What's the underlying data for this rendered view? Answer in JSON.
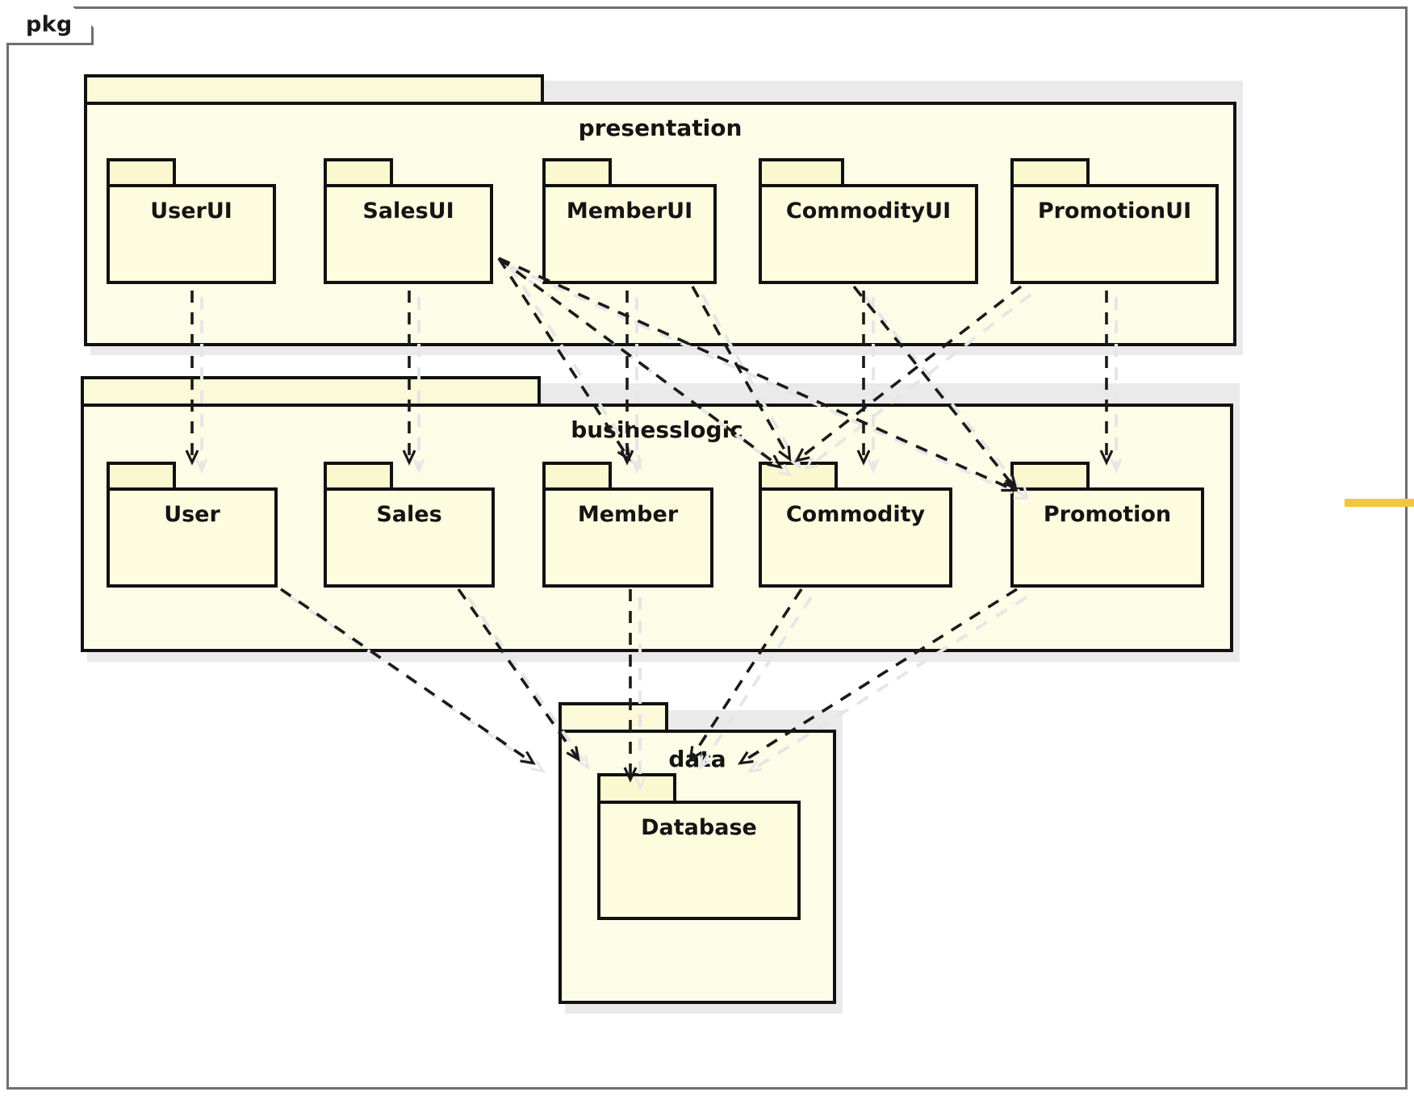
{
  "frame": {
    "label": "pkg",
    "kind": "uml-package-diagram-frame"
  },
  "colors": {
    "package_fill": "#fdfce9",
    "package_tab_fill": "#fbf9d7",
    "package_border": "#111111",
    "frame_border": "#6e6e6e",
    "shadow": "#d8d8d8",
    "edge": "#1a1a1a",
    "edge_shadow": "#e3e3e3",
    "highlight_bar": "#f3c63f"
  },
  "packages": [
    {
      "id": "presentation",
      "label": "presentation",
      "level": "layer",
      "children": [
        "UserUI",
        "SalesUI",
        "MemberUI",
        "CommodityUI",
        "PromotionUI"
      ]
    },
    {
      "id": "businesslogic",
      "label": "businesslogic",
      "level": "layer",
      "children": [
        "User",
        "Sales",
        "Member",
        "Commodity",
        "Promotion"
      ]
    },
    {
      "id": "data",
      "label": "data",
      "level": "layer",
      "children": [
        "Database"
      ]
    }
  ],
  "components": {
    "presentation": [
      {
        "id": "UserUI",
        "label": "UserUI"
      },
      {
        "id": "SalesUI",
        "label": "SalesUI"
      },
      {
        "id": "MemberUI",
        "label": "MemberUI"
      },
      {
        "id": "CommodityUI",
        "label": "CommodityUI"
      },
      {
        "id": "PromotionUI",
        "label": "PromotionUI"
      }
    ],
    "businesslogic": [
      {
        "id": "User",
        "label": "User"
      },
      {
        "id": "Sales",
        "label": "Sales"
      },
      {
        "id": "Member",
        "label": "Member"
      },
      {
        "id": "Commodity",
        "label": "Commodity"
      },
      {
        "id": "Promotion",
        "label": "Promotion"
      }
    ],
    "data": [
      {
        "id": "Database",
        "label": "Database"
      }
    ]
  },
  "dependencies": [
    {
      "from": "UserUI",
      "to": "User",
      "style": "dashed"
    },
    {
      "from": "SalesUI",
      "to": "Sales",
      "style": "dashed"
    },
    {
      "from": "MemberUI",
      "to": "Member",
      "style": "dashed"
    },
    {
      "from": "CommodityUI",
      "to": "Commodity",
      "style": "dashed"
    },
    {
      "from": "PromotionUI",
      "to": "Promotion",
      "style": "dashed"
    },
    {
      "from": "SalesUI",
      "to": "Member",
      "style": "dashed"
    },
    {
      "from": "SalesUI",
      "to": "Commodity",
      "style": "dashed"
    },
    {
      "from": "SalesUI",
      "to": "Promotion",
      "style": "dashed"
    },
    {
      "from": "MemberUI",
      "to": "Commodity",
      "style": "dashed"
    },
    {
      "from": "CommodityUI",
      "to": "Promotion",
      "style": "dashed"
    },
    {
      "from": "PromotionUI",
      "to": "Commodity",
      "style": "dashed"
    },
    {
      "from": "User",
      "to": "data",
      "style": "dashed"
    },
    {
      "from": "Sales",
      "to": "data",
      "style": "dashed"
    },
    {
      "from": "Member",
      "to": "data",
      "style": "dashed"
    },
    {
      "from": "Commodity",
      "to": "data",
      "style": "dashed"
    },
    {
      "from": "Promotion",
      "to": "data",
      "style": "dashed"
    }
  ],
  "annotations": [
    {
      "id": "right-edge-highlight",
      "kind": "horizontal-bar",
      "color": "#f3c63f"
    }
  ]
}
